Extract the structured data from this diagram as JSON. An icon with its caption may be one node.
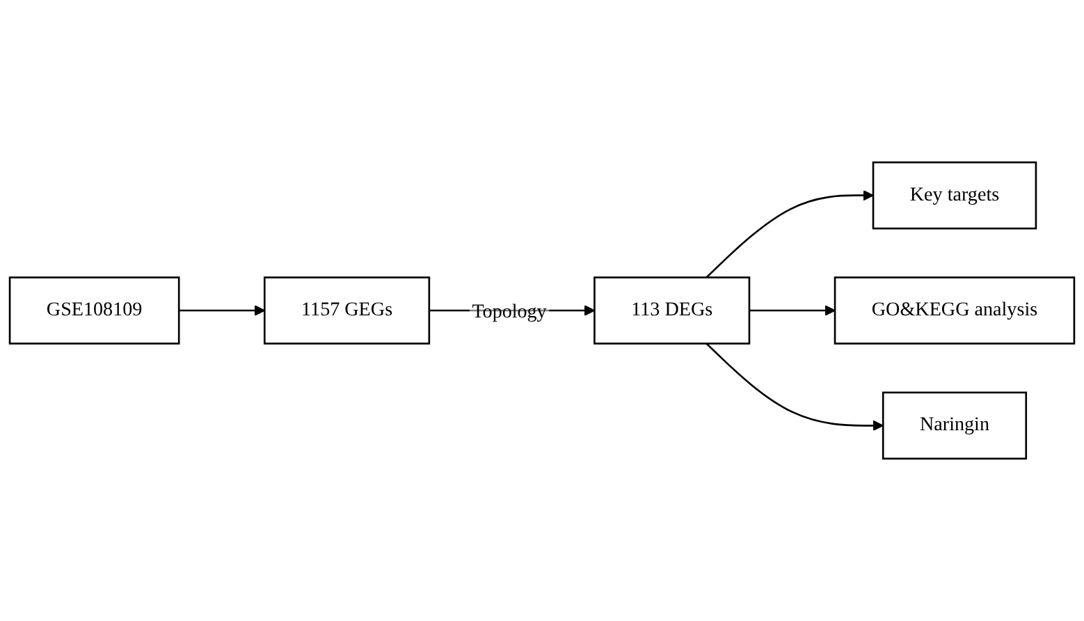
{
  "diagram": {
    "nodes": [
      {
        "text": [
          "GSE108109"
        ]
      },
      {
        "text": [
          "1157 GEGs"
        ]
      },
      {
        "text": [
          "113 DEGs"
        ]
      },
      {
        "text": [
          "Key targets"
        ]
      },
      {
        "text": [
          "GO&KEGG analysis"
        ]
      },
      {
        "text": [
          "Naringin"
        ]
      }
    ],
    "edges": [
      {
        "from": 0,
        "to": 1,
        "arrow": "to"
      },
      {
        "from": 1,
        "to": 2,
        "arrow": "to",
        "label": "Topology"
      },
      {
        "from": 2,
        "to": 3,
        "arrow": "to"
      },
      {
        "from": 2,
        "to": 4,
        "arrow": "to"
      },
      {
        "from": 2,
        "to": 5,
        "arrow": "to"
      }
    ]
  }
}
